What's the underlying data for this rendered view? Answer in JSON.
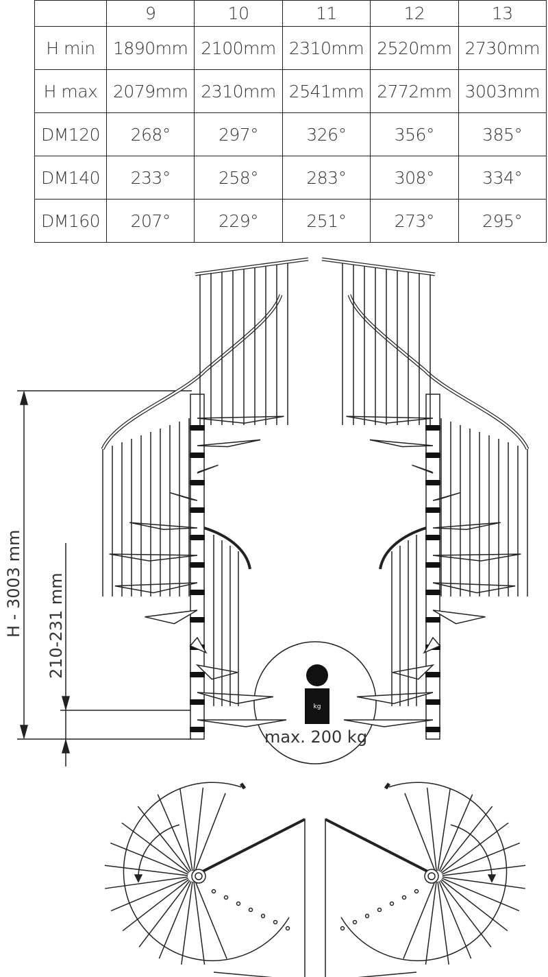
{
  "table": {
    "columns": [
      "",
      "9",
      "10",
      "11",
      "12",
      "13"
    ],
    "rows": [
      {
        "label": "H min",
        "values": [
          "1890mm",
          "2100mm",
          "2310mm",
          "2520mm",
          "2730mm"
        ]
      },
      {
        "label": "H max",
        "values": [
          "2079mm",
          "2310mm",
          "2541mm",
          "2772mm",
          "3003mm"
        ]
      },
      {
        "label": "DM120",
        "values": [
          "268°",
          "297°",
          "326°",
          "356°",
          "385°"
        ]
      },
      {
        "label": "DM140",
        "values": [
          "233°",
          "258°",
          "283°",
          "308°",
          "334°"
        ]
      },
      {
        "label": "DM160",
        "values": [
          "207°",
          "229°",
          "251°",
          "273°",
          "295°"
        ]
      }
    ]
  },
  "dimensions": {
    "height_label": "H - 3003 mm",
    "step_label": "210-231 mm"
  },
  "load": {
    "label": "max. 200 kg",
    "weight_text": "kg"
  }
}
